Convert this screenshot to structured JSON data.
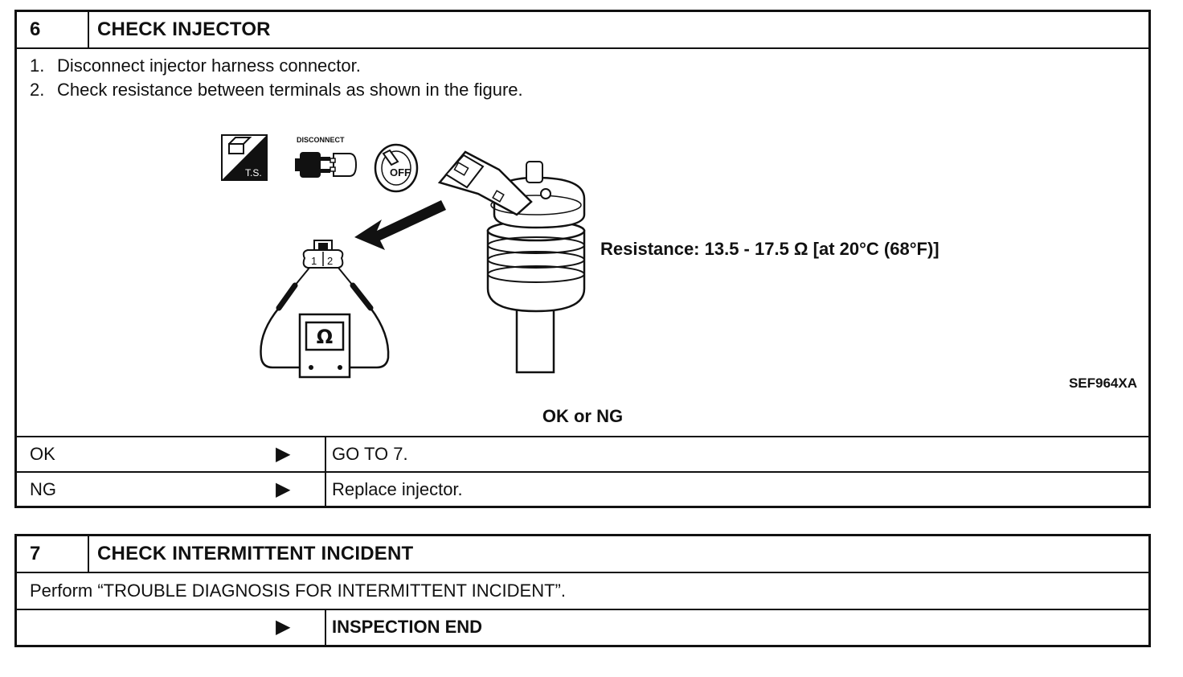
{
  "step6": {
    "number": "6",
    "title": "CHECK INJECTOR",
    "instructions": [
      {
        "n": "1.",
        "text": "Disconnect injector harness connector."
      },
      {
        "n": "2.",
        "text": "Check resistance between terminals as shown in the figure."
      }
    ],
    "figure": {
      "icons": {
        "ts": "T.S.",
        "disconnect": "DISCONNECT",
        "off": "OFF"
      },
      "terminals": [
        "1",
        "2"
      ],
      "ohm": "Ω",
      "resistance": "Resistance: 13.5 - 17.5 Ω [at 20°C (68°F)]",
      "code": "SEF964XA"
    },
    "ok_ng_heading": "OK or NG",
    "results": [
      {
        "label": "OK",
        "arrow": "▶",
        "action": "GO TO 7."
      },
      {
        "label": "NG",
        "arrow": "▶",
        "action": "Replace injector."
      }
    ]
  },
  "step7": {
    "number": "7",
    "title": "CHECK INTERMITTENT INCIDENT",
    "instruction": "Perform “TROUBLE DIAGNOSIS FOR INTERMITTENT INCIDENT”.",
    "result": {
      "label": "",
      "arrow": "▶",
      "action": "INSPECTION END"
    }
  }
}
